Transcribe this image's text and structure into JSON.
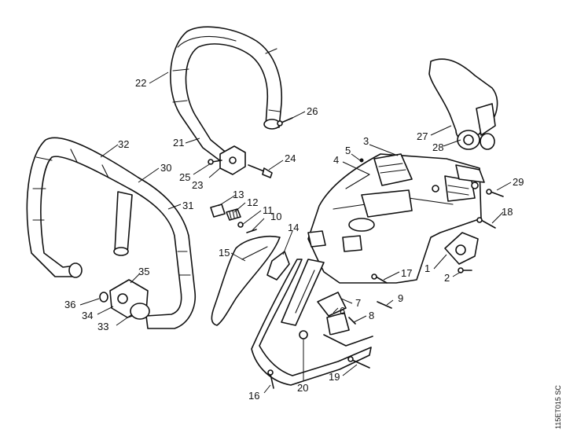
{
  "callouts": [
    "1",
    "2",
    "3",
    "4",
    "5",
    "6",
    "7",
    "8",
    "9",
    "10",
    "11",
    "12",
    "13",
    "14",
    "15",
    "16",
    "17",
    "18",
    "19",
    "20",
    "21",
    "22",
    "23",
    "24",
    "25",
    "26",
    "27",
    "28",
    "29",
    "30",
    "31",
    "32",
    "33",
    "34",
    "35",
    "36"
  ],
  "reference_code": "115ET015 SC"
}
